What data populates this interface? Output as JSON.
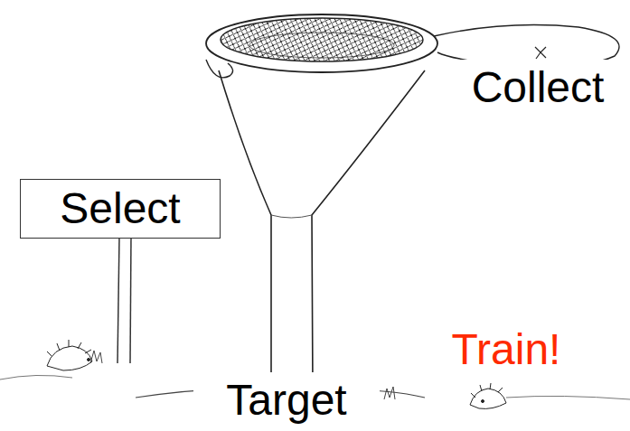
{
  "diagram": {
    "nodes": [
      {
        "text": [
          "Select"
        ]
      }
    ],
    "labels": [
      "Collect",
      "Train!",
      "Target"
    ]
  }
}
